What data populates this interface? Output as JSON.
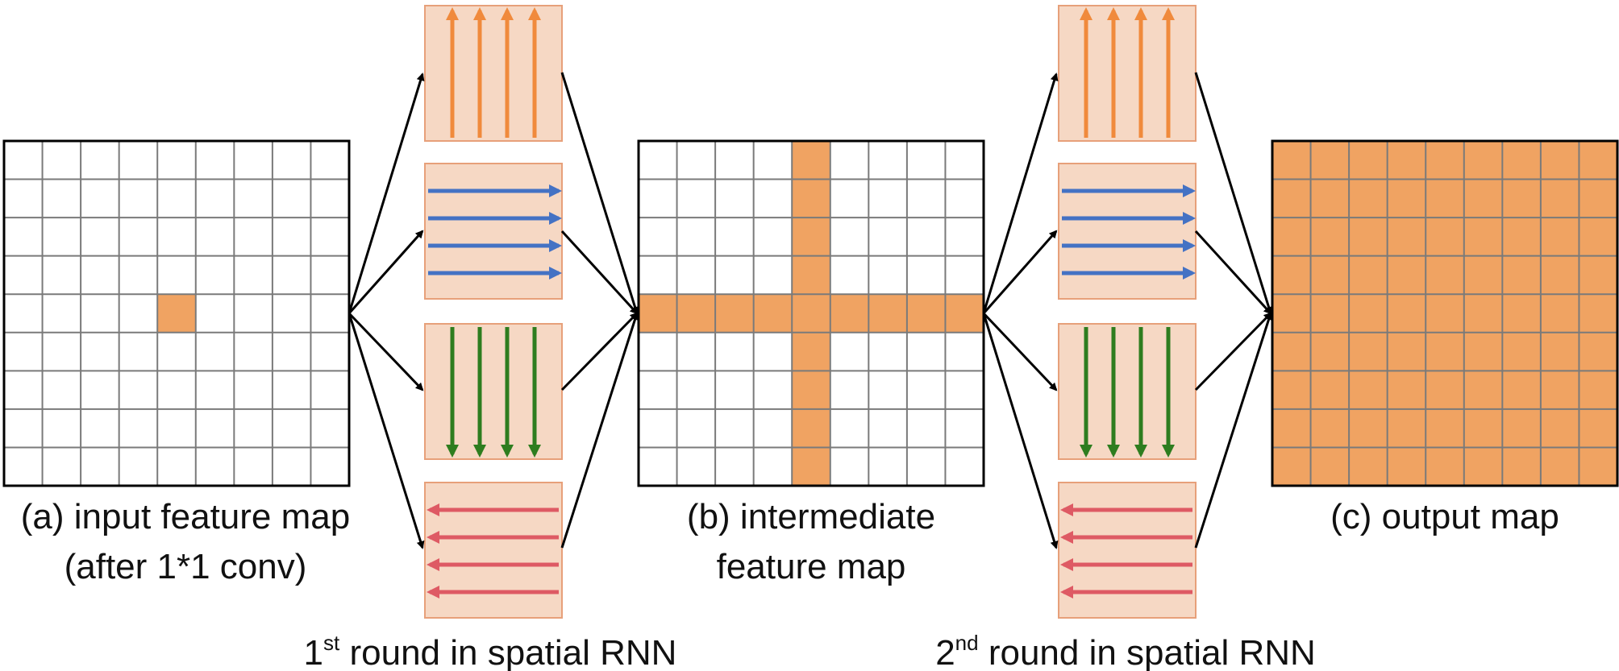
{
  "colors": {
    "highlight": "#f0a362",
    "grid_line": "#7a7a7a",
    "frame": "#000000",
    "panel_fill": "#f6d8c4",
    "panel_border": "#e7a07a",
    "up_arrow": "#f08a3c",
    "right_arrow": "#4472c4",
    "down_arrow": "#2e7d1f",
    "left_arrow": "#de5a64",
    "connector": "#000000"
  },
  "grid_size": 9,
  "maps": [
    {
      "id": "input",
      "label_lines": [
        "(a)  input feature map",
        "(after 1*1 conv)"
      ],
      "highlight": "center_cell"
    },
    {
      "id": "intermediate",
      "label_lines": [
        "(b) intermediate",
        "feature map"
      ],
      "highlight": "center_cross"
    },
    {
      "id": "output",
      "label_lines": [
        "(c) output map"
      ],
      "highlight": "all"
    }
  ],
  "rounds": [
    {
      "id": "round1",
      "number": "1",
      "superscript": "st",
      "text": " round in spatial RNN",
      "directions": [
        "up",
        "right",
        "down",
        "left"
      ]
    },
    {
      "id": "round2",
      "number": "2",
      "superscript": "nd",
      "text": " round in spatial RNN",
      "directions": [
        "up",
        "right",
        "down",
        "left"
      ]
    }
  ]
}
